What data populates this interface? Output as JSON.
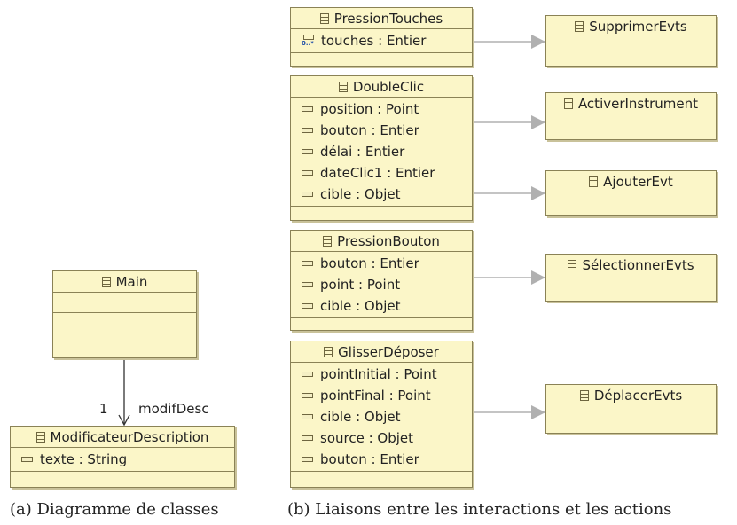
{
  "left": {
    "main": {
      "name": "Main"
    },
    "modificateur": {
      "name": "ModificateurDescription",
      "attributes": [
        "texte : String"
      ]
    },
    "association": {
      "multiplicity": "1",
      "role": "modifDesc"
    },
    "caption": "(a) Diagramme de classes"
  },
  "right": {
    "interactions": [
      {
        "name": "PressionTouches",
        "attributes": [
          "touches : Entier"
        ]
      },
      {
        "name": "DoubleClic",
        "attributes": [
          "position : Point",
          "bouton : Entier",
          "délai : Entier",
          "dateClic1 : Entier",
          "cible : Objet"
        ]
      },
      {
        "name": "PressionBouton",
        "attributes": [
          "bouton : Entier",
          "point : Point",
          "cible : Objet"
        ]
      },
      {
        "name": "GlisserDéposer",
        "attributes": [
          "pointInitial : Point",
          "pointFinal : Point",
          "cible : Objet",
          "source : Objet",
          "bouton : Entier"
        ]
      }
    ],
    "actions": [
      "SupprimerEvts",
      "ActiverInstrument",
      "AjouterEvt",
      "SélectionnerEvts",
      "DéplacerEvts"
    ],
    "caption": "(b) Liaisons entre les interactions et les actions"
  },
  "colors": {
    "class_fill": "#fbf6c8",
    "class_border": "#8a8256",
    "arrow": "#b0b0b0",
    "association": "#333333"
  }
}
